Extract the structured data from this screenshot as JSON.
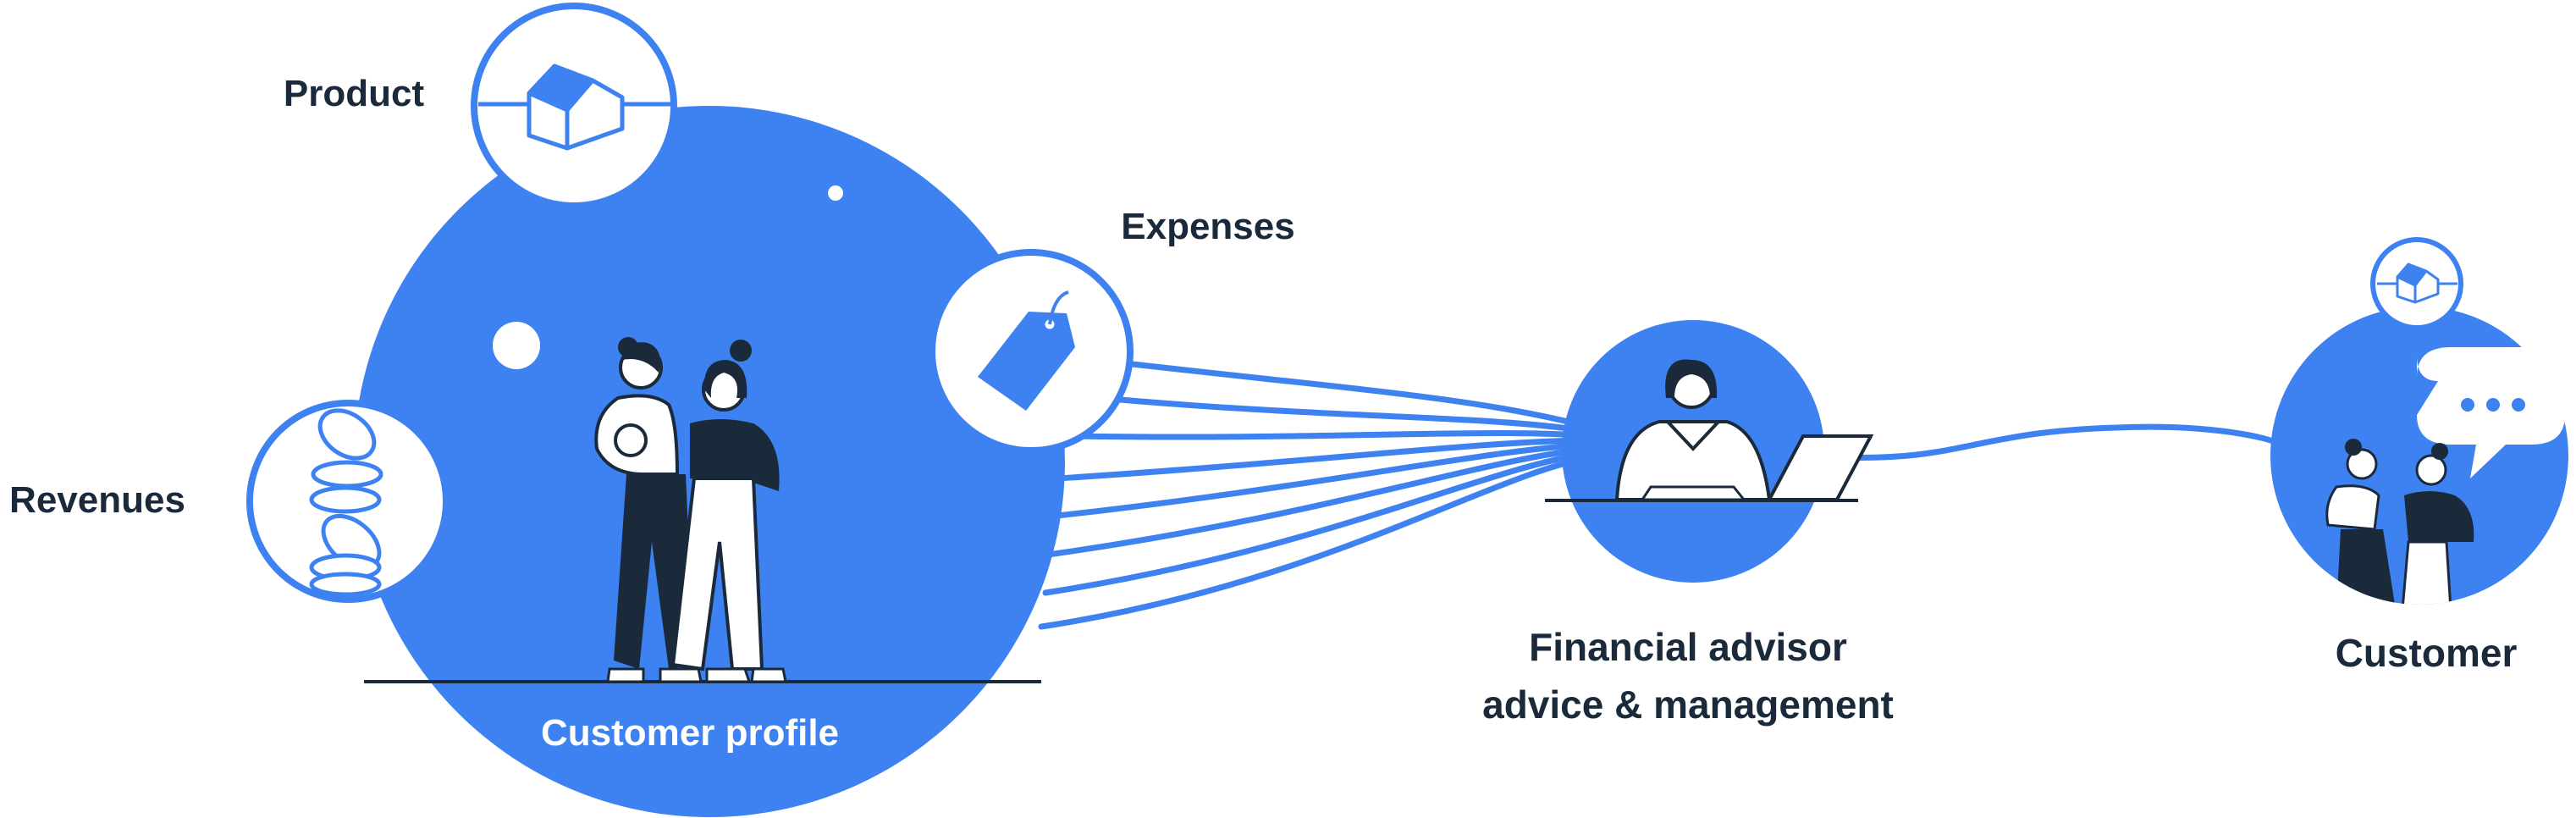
{
  "labels": {
    "product": "Product",
    "expenses": "Expenses",
    "revenues": "Revenues",
    "customer_profile": "Customer profile",
    "advisor_line1": "Financial advisor",
    "advisor_line2": "advice & management",
    "customer": "Customer"
  },
  "icons": {
    "product": "house-icon",
    "expenses": "price-tag-icon",
    "revenues": "coins-icon",
    "customer_small": "house-icon",
    "chat": "speech-bubble-icon"
  },
  "colors": {
    "primary": "#3D82F0",
    "dark": "#1A2A3A",
    "white": "#FFFFFF"
  }
}
